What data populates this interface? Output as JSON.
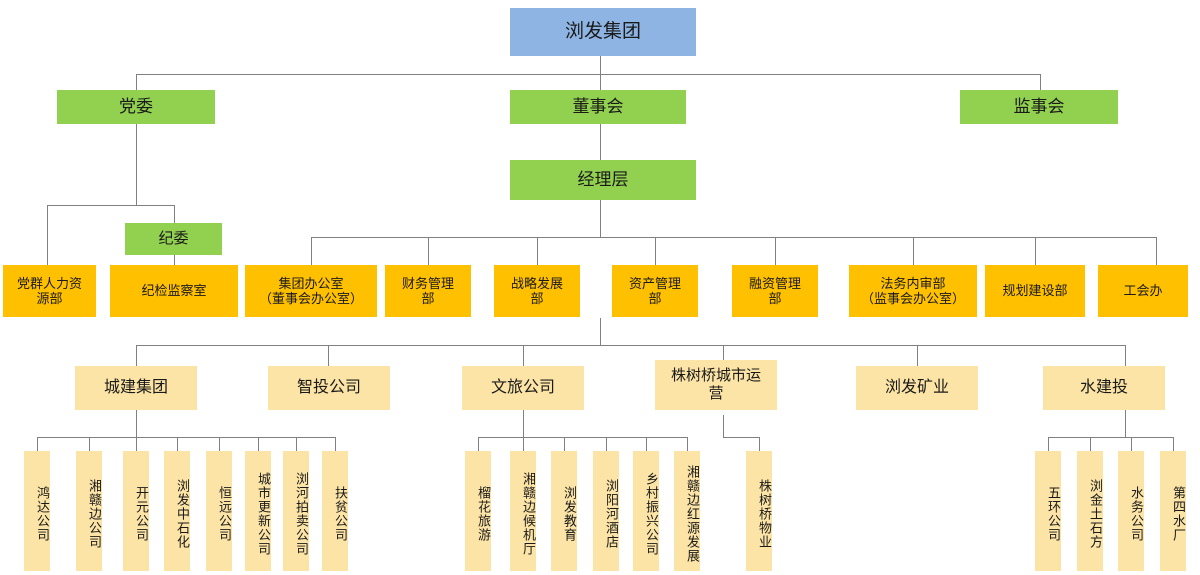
{
  "chart_data": {
    "type": "diagram",
    "title": "浏发集团组织架构图",
    "colors": {
      "root": "#8db4e2",
      "governance": "#92d050",
      "department": "#ffc000",
      "subsidiary": "#fce4a6",
      "connector": "#808080",
      "background": "#ffffff"
    },
    "levels": [
      "root",
      "governance",
      "management",
      "department",
      "subsidiary",
      "sub-subsidiary"
    ]
  },
  "root": {
    "label": "浏发集团"
  },
  "governance": [
    {
      "label": "党委"
    },
    {
      "label": "董事会"
    },
    {
      "label": "监事会"
    }
  ],
  "management": {
    "label": "经理层"
  },
  "party_sub": {
    "label": "纪委"
  },
  "departments": [
    {
      "label": "党群人力资\n源部"
    },
    {
      "label": "纪检监察室"
    },
    {
      "label": "集团办公室\n（董事会办公室）"
    },
    {
      "label": "财务管理\n部"
    },
    {
      "label": "战略发展\n部"
    },
    {
      "label": "资产管理\n部"
    },
    {
      "label": "融资管理\n部"
    },
    {
      "label": "法务内审部\n（监事会办公室）"
    },
    {
      "label": "规划建设部"
    },
    {
      "label": "工会办"
    }
  ],
  "subsidiaries": [
    {
      "label": "城建集团",
      "children": [
        {
          "label": "鸿达公司"
        },
        {
          "label": "湘赣边公司"
        },
        {
          "label": "开元公司"
        },
        {
          "label": "浏发中石化"
        },
        {
          "label": "恒远公司"
        },
        {
          "label": "城市更新公司"
        },
        {
          "label": "浏河拍卖公司"
        },
        {
          "label": "扶贫公司"
        }
      ]
    },
    {
      "label": "智投公司",
      "children": []
    },
    {
      "label": "文旅公司",
      "children": [
        {
          "label": "榴花旅游"
        },
        {
          "label": "湘赣边候机厅"
        },
        {
          "label": "浏发教育"
        },
        {
          "label": "浏阳河酒店"
        },
        {
          "label": "乡村振兴公司"
        },
        {
          "label": "湘赣边红源发展"
        }
      ]
    },
    {
      "label": "株树桥城市运\n营",
      "children": [
        {
          "label": "株树桥物业"
        }
      ]
    },
    {
      "label": "浏发矿业",
      "children": []
    },
    {
      "label": "水建投",
      "children": [
        {
          "label": "五环公司"
        },
        {
          "label": "浏金土石方"
        },
        {
          "label": "水务公司"
        },
        {
          "label": "第四水厂"
        }
      ]
    }
  ]
}
